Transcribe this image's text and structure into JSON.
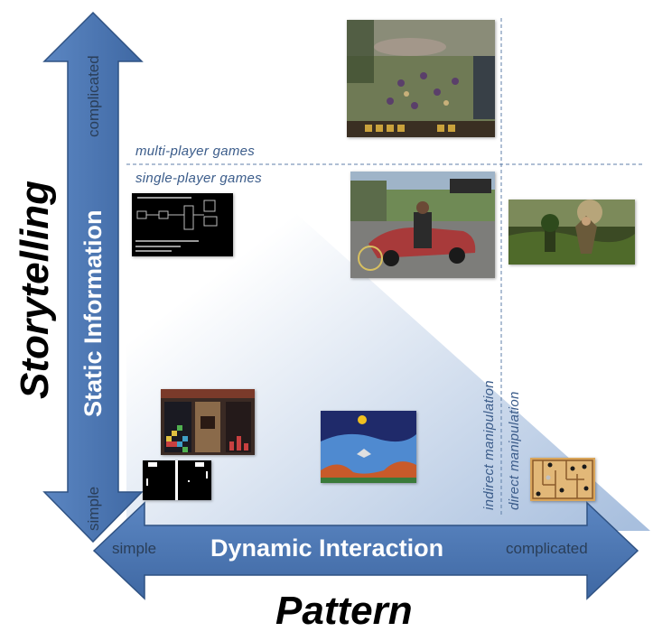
{
  "axes": {
    "y": {
      "title": "Storytelling",
      "label": "Static Information",
      "low": "simple",
      "high": "complicated"
    },
    "x": {
      "title": "Pattern",
      "label": "Dynamic Interaction",
      "low": "simple",
      "high": "complicated"
    }
  },
  "regions": {
    "multi": "multi-player games",
    "single": "single-player games",
    "indirect": "indirect manipulation",
    "direct": "direct manipulation"
  },
  "colors": {
    "arrow_fill": "#4a74b0",
    "arrow_edge": "#2f5283",
    "gradient_start": "#ffffff",
    "gradient_end": "#a8bfde",
    "dashed_line": "#5f7fa8"
  },
  "screenshots": [
    {
      "name": "mmo-battle-screenshot"
    },
    {
      "name": "text-adventure-screenshot"
    },
    {
      "name": "car-driving-game-screenshot"
    },
    {
      "name": "fantasy-adventure-screenshot"
    },
    {
      "name": "tetris-screenshot"
    },
    {
      "name": "pong-screenshot"
    },
    {
      "name": "lunar-lander-screenshot"
    },
    {
      "name": "labyrinth-tilt-game-screenshot"
    }
  ]
}
